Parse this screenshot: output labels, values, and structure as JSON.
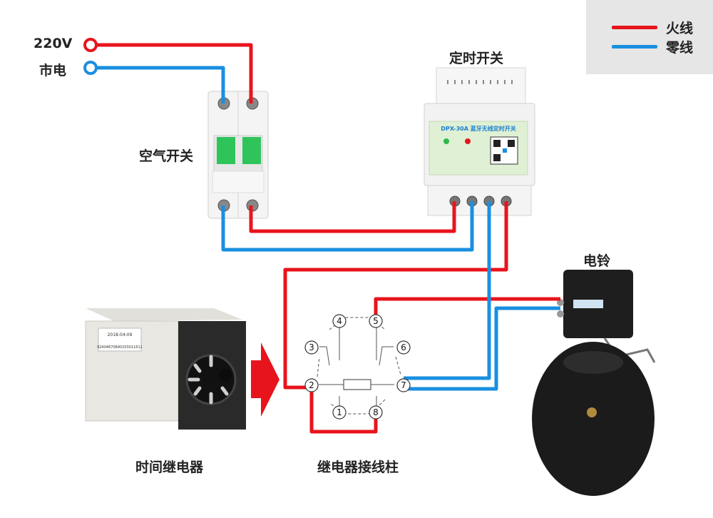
{
  "legend": {
    "live": {
      "label": "火线",
      "color": "#e8141c"
    },
    "neutral": {
      "label": "零线",
      "color": "#1a8fe0"
    }
  },
  "supply": {
    "voltage": "220V",
    "mains": "市电"
  },
  "components": {
    "breaker": "空气开关",
    "timer_switch": "定时开关",
    "timer_switch_model": "DPX-30A 蓝牙无线定时开关",
    "bell": "电铃",
    "time_relay": "时间继电器",
    "relay_terminals": "继电器接线柱"
  },
  "relay_label_text": {
    "date": "2018-04-09",
    "serial": "02404670840203011611"
  },
  "relay_pins": [
    "1",
    "2",
    "3",
    "4",
    "5",
    "6",
    "7",
    "8"
  ]
}
